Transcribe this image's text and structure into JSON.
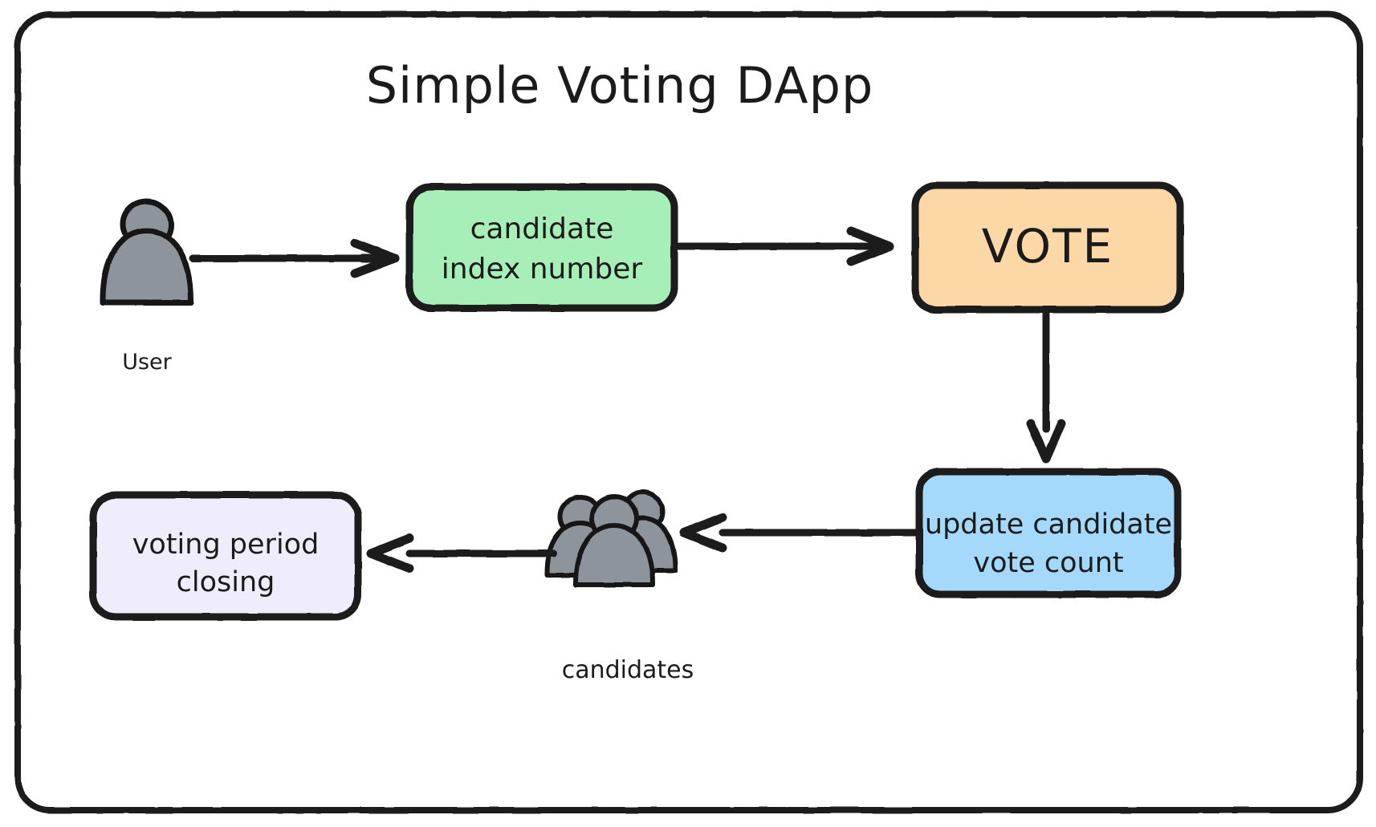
{
  "diagram": {
    "title": "Simple Voting DApp",
    "frame": {
      "border_color": "#1f1f1f",
      "background": "#ffffff"
    },
    "actors": [
      {
        "id": "user",
        "icon": "person-icon",
        "label": "User",
        "fill": "#8d949c",
        "stroke": "#141414"
      },
      {
        "id": "candidates",
        "icon": "people-group-icon",
        "label": "candidates",
        "fill": "#8d949c",
        "stroke": "#141414"
      }
    ],
    "nodes": [
      {
        "id": "candidate-index-number",
        "line1": "candidate",
        "line2": "index number",
        "fill": "#a8eeb9",
        "stroke": "#1b1b1b"
      },
      {
        "id": "vote",
        "line1": "VOTE",
        "line2": "",
        "fill": "#fbd8a5",
        "stroke": "#1b1b1b"
      },
      {
        "id": "update-candidate-vote-count",
        "line1": "update candidate",
        "line2": "vote count",
        "fill": "#a5d9fb",
        "stroke": "#1b1b1b"
      },
      {
        "id": "voting-period-closing",
        "line1": "voting period",
        "line2": "closing",
        "fill": "#efedfc",
        "stroke": "#1b1b1b"
      }
    ],
    "edges": [
      {
        "id": "user-to-candidate-index",
        "from": "user",
        "to": "candidate-index-number",
        "label": ""
      },
      {
        "id": "candidate-index-to-vote",
        "from": "candidate-index-number",
        "to": "vote",
        "label": ""
      },
      {
        "id": "vote-to-update-count",
        "from": "vote",
        "to": "update-candidate-vote-count",
        "label": ""
      },
      {
        "id": "update-count-to-candidates",
        "from": "update-candidate-vote-count",
        "to": "candidates",
        "label": ""
      },
      {
        "id": "candidates-to-voting-period-closing",
        "from": "candidates",
        "to": "voting-period-closing",
        "label": ""
      }
    ]
  }
}
